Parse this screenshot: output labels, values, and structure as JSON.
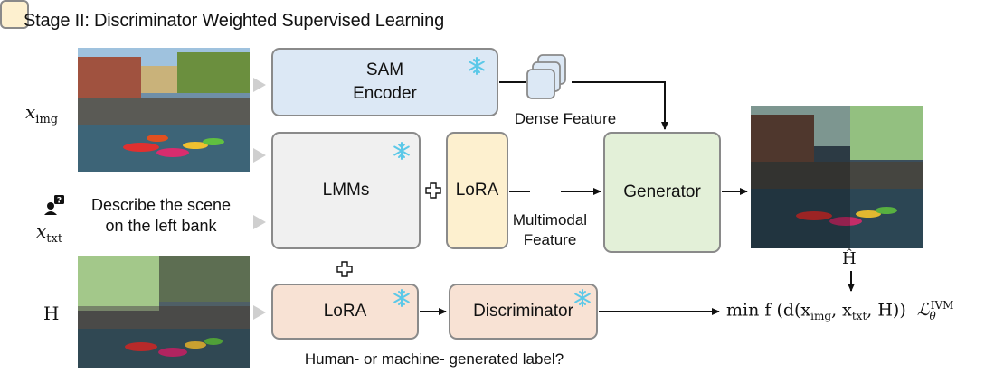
{
  "title": "Stage II: Discriminator Weighted Supervised Learning",
  "inputs": {
    "x_img": "x",
    "x_img_sub": "img",
    "x_txt": "x",
    "x_txt_sub": "txt",
    "h": "H",
    "prompt_line1": "Describe the scene",
    "prompt_line2": "on the left bank"
  },
  "boxes": {
    "sam_line1": "SAM",
    "sam_line2": "Encoder",
    "lmms": "LMMs",
    "lora_top": "LoRA",
    "generator": "Generator",
    "lora_bottom": "LoRA",
    "discriminator": "Discriminator"
  },
  "labels": {
    "dense_feature": "Dense Feature",
    "multimodal_line1": "Multimodal",
    "multimodal_line2": "Feature",
    "human_machine": "Human- or machine- generated label?",
    "h_hat": "Ĥ"
  },
  "objective": {
    "prefix": "min f (d(x",
    "img_sub": "img",
    "mid": ", x",
    "txt_sub": "txt",
    "suffix": ", H))",
    "loss_symbol": "ℒ",
    "loss_sub": "θ",
    "loss_sup": "IVM"
  },
  "colors": {
    "sam": "#dce8f5",
    "lmms": "#f0f0f0",
    "lora": "#fdf0cf",
    "generator": "#e3f0d8",
    "discriminator": "#f8e2d4",
    "snowflake": "#5bc8e8"
  }
}
